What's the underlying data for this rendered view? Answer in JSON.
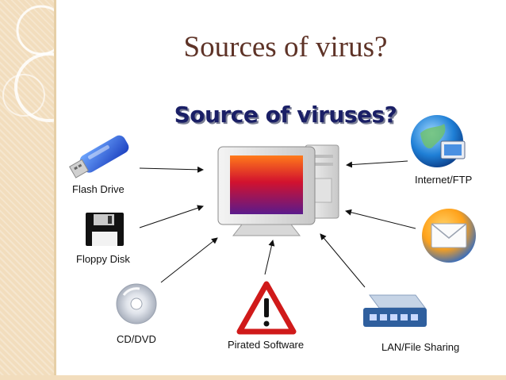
{
  "slide": {
    "title": "Sources of virus?"
  },
  "diagram": {
    "title": "Source of viruses?",
    "center": {
      "icon": "computer-icon"
    },
    "sources": [
      {
        "label": "Flash Drive",
        "icon": "usb-flash-drive-icon"
      },
      {
        "label": "Floppy Disk",
        "icon": "floppy-disk-icon"
      },
      {
        "label": "CD/DVD",
        "icon": "cd-dvd-icon"
      },
      {
        "label": "Pirated Software",
        "icon": "warning-triangle-icon"
      },
      {
        "label": "LAN/File Sharing",
        "icon": "network-switch-icon"
      },
      {
        "label": "",
        "icon": "email-envelope-icon"
      },
      {
        "label": "Internet/FTP",
        "icon": "globe-internet-icon"
      }
    ]
  },
  "colors": {
    "title": "#5e3327",
    "diagram_title": "#1a1f66",
    "sidebar": "#f2ddbd"
  }
}
